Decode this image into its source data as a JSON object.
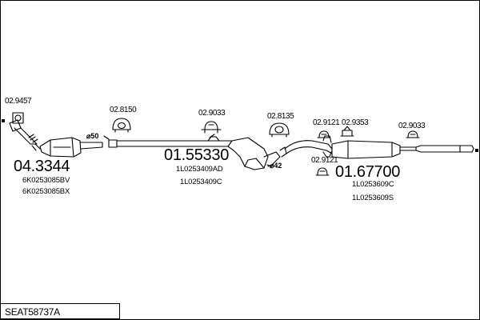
{
  "title": "SEAT58737A",
  "fittings": {
    "f1": "02.9457",
    "f2": "02.8150",
    "f3": "02.9033",
    "f4": "02.8135",
    "f5": "02.9121",
    "f6": "02.9353",
    "f7": "02.9033",
    "f8": "02.9121"
  },
  "sections": {
    "front": {
      "number": "04.3344",
      "refs": [
        "6K0253085BV",
        "6K0253085BX"
      ]
    },
    "middle": {
      "number": "01.55330",
      "refs": [
        "1L0253409AD",
        "1L0253409C"
      ]
    },
    "rear": {
      "number": "01.67700",
      "refs": [
        "1L0253609C",
        "1L0253609S"
      ]
    }
  },
  "diameters": {
    "d1": "⌀50",
    "d2": "⌀42"
  }
}
